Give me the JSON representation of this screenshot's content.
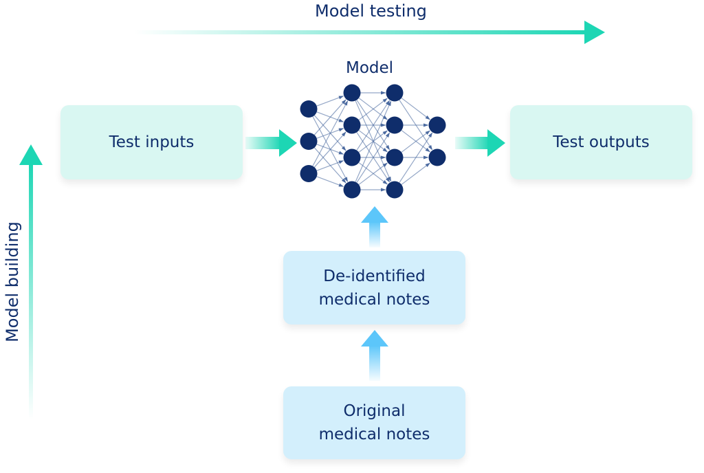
{
  "title_top": "Model testing",
  "title_left": "Model building",
  "model_label": "Model",
  "boxes": {
    "test_inputs": "Test inputs",
    "test_outputs": "Test outputs",
    "deidentified_line1": "De-identified",
    "deidentified_line2": "medical notes",
    "original_line1": "Original",
    "original_line2": "medical notes"
  },
  "network": {
    "layers": [
      3,
      4,
      4,
      2
    ]
  },
  "colors": {
    "text": "#0f2d6b",
    "teal": "#1dd6b4",
    "blue_arrow": "#5cc6fa",
    "green_box": "#d9f7f2",
    "blue_box": "#d3effc",
    "node": "#0f2d6b"
  }
}
